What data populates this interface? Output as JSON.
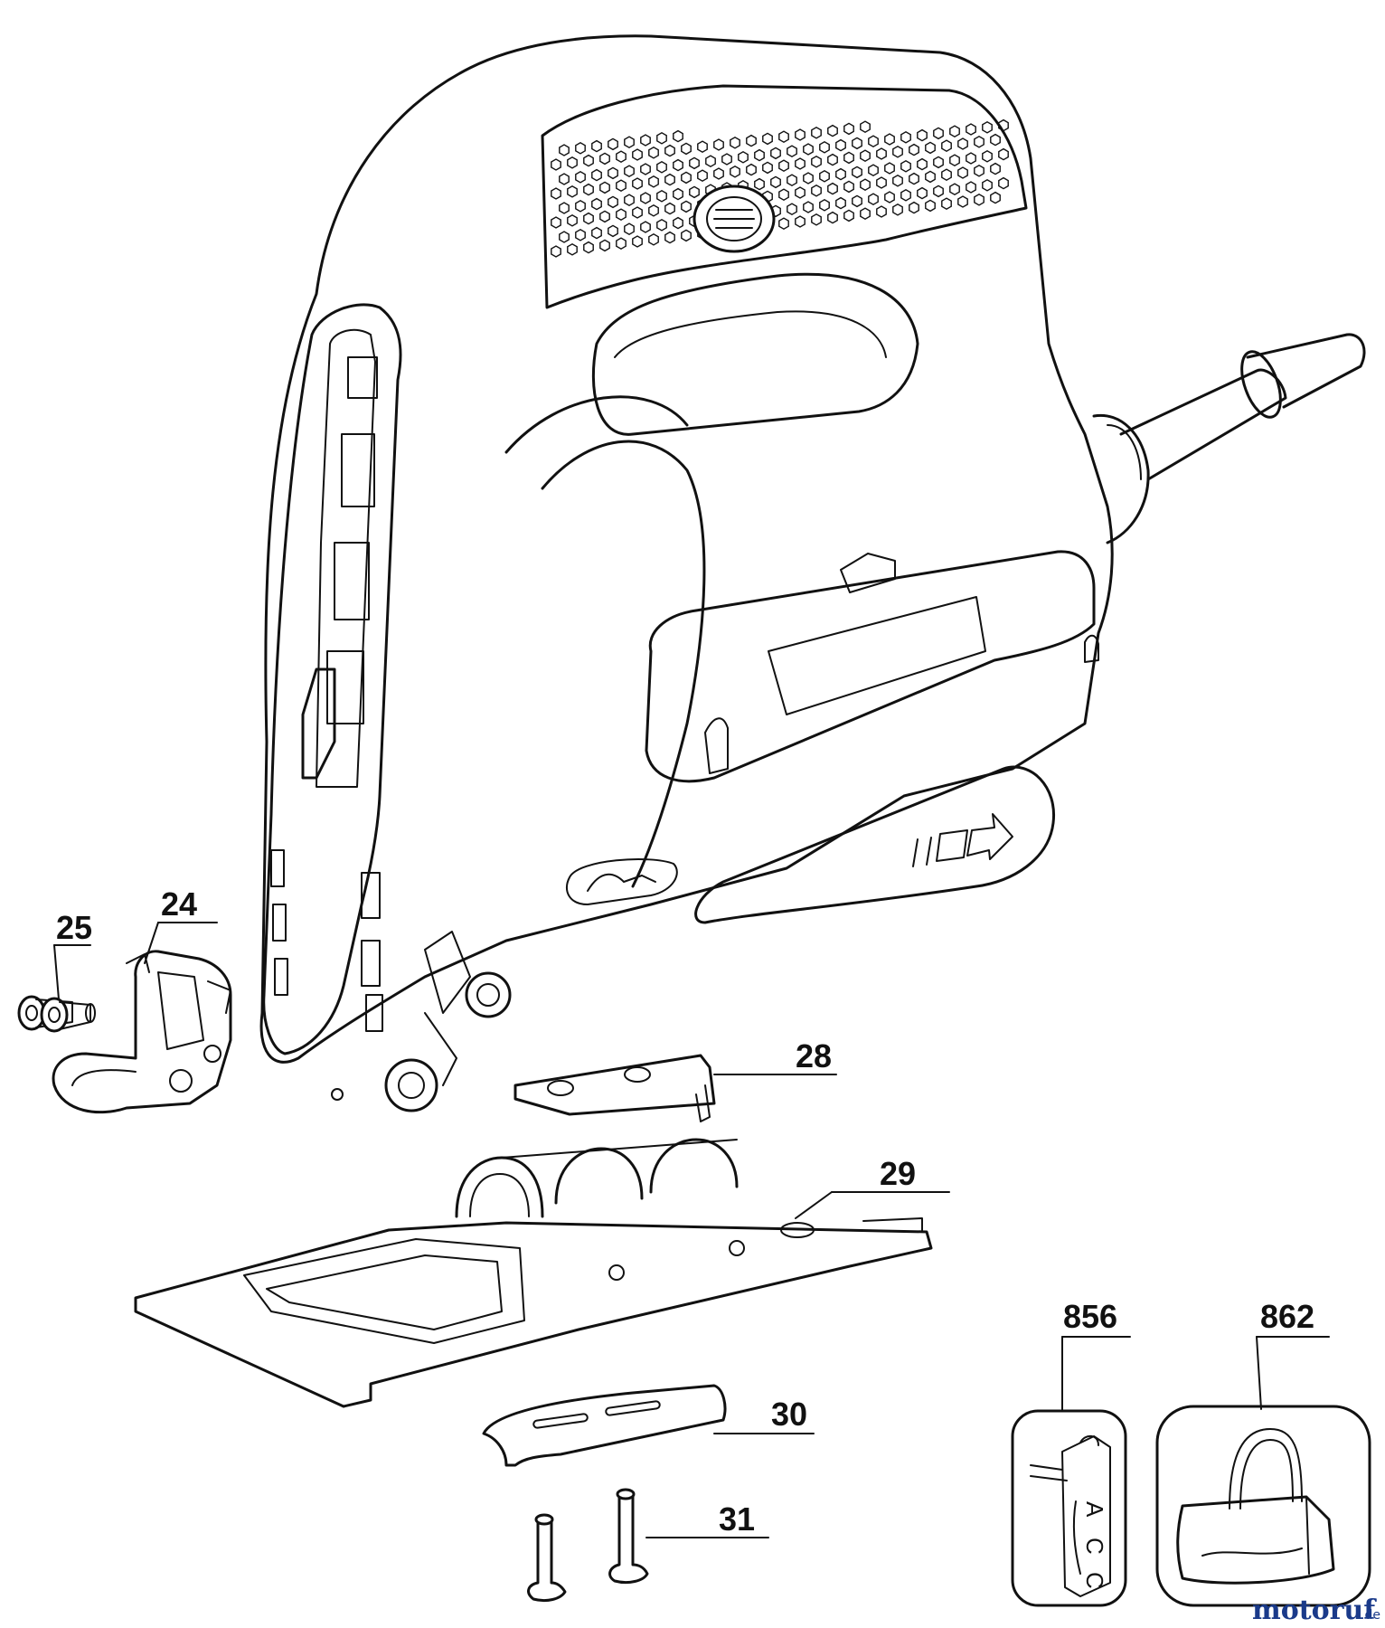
{
  "parts": [
    {
      "id": "p24",
      "label": "24"
    },
    {
      "id": "p25",
      "label": "25"
    },
    {
      "id": "p28",
      "label": "28"
    },
    {
      "id": "p29",
      "label": "29"
    },
    {
      "id": "p30",
      "label": "30"
    },
    {
      "id": "p31",
      "label": "31"
    },
    {
      "id": "p856",
      "label": "856"
    },
    {
      "id": "p862",
      "label": "862"
    }
  ],
  "accessory_card_text": {
    "l1": "A",
    "l2": "C",
    "l3": "C"
  },
  "watermark": {
    "brand": "motoruf",
    "tld": ".de"
  },
  "colors": {
    "line": "#111111",
    "background": "#ffffff",
    "watermark_main": "#1a3a8a",
    "watermark_accent": "#e07a1a"
  }
}
